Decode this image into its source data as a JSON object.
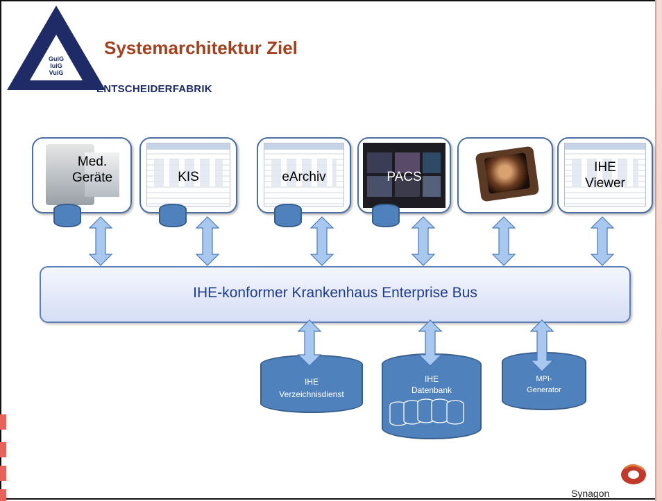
{
  "slide": {
    "title": "Systemarchitektur Ziel",
    "brand_text": "ENTSCHEIDERFABRIK",
    "logo_lines": [
      "GuiG",
      "IuiG",
      "VuiG"
    ],
    "footer_logo": "Synagon"
  },
  "systems": [
    {
      "label_lines": [
        "Med.",
        "Geräte"
      ],
      "kind": "device",
      "has_db": true
    },
    {
      "label_lines": [
        "KIS"
      ],
      "kind": "screenshot",
      "has_db": true
    },
    {
      "label_lines": [
        "eArchiv"
      ],
      "kind": "screenshot",
      "has_db": true
    },
    {
      "label_lines": [
        "PACS"
      ],
      "kind": "pacs",
      "has_db": true
    },
    {
      "label_lines": [],
      "kind": "tablet",
      "has_db": false
    },
    {
      "label_lines": [
        "IHE",
        "Viewer"
      ],
      "kind": "screenshot",
      "has_db": false
    }
  ],
  "bus": {
    "label": "IHE-konformer Krankenhaus Enterprise Bus"
  },
  "services": [
    {
      "label_lines": [
        "IHE",
        "Verzeichnisdienst"
      ]
    },
    {
      "label_lines": [
        "IHE",
        "Datenbank"
      ]
    },
    {
      "label_lines": [
        "MPI-",
        "Generator"
      ]
    }
  ],
  "colors": {
    "title": "#a3411e",
    "brand": "#1e2b66",
    "logo_triangle": "#1e2b66",
    "database": "#4f81bd",
    "bus_border": "#5b7fb5",
    "bus_text": "#1f3a8a",
    "arrow_fill": "#a8c8f0",
    "synagon_logo": "#c0392b"
  }
}
